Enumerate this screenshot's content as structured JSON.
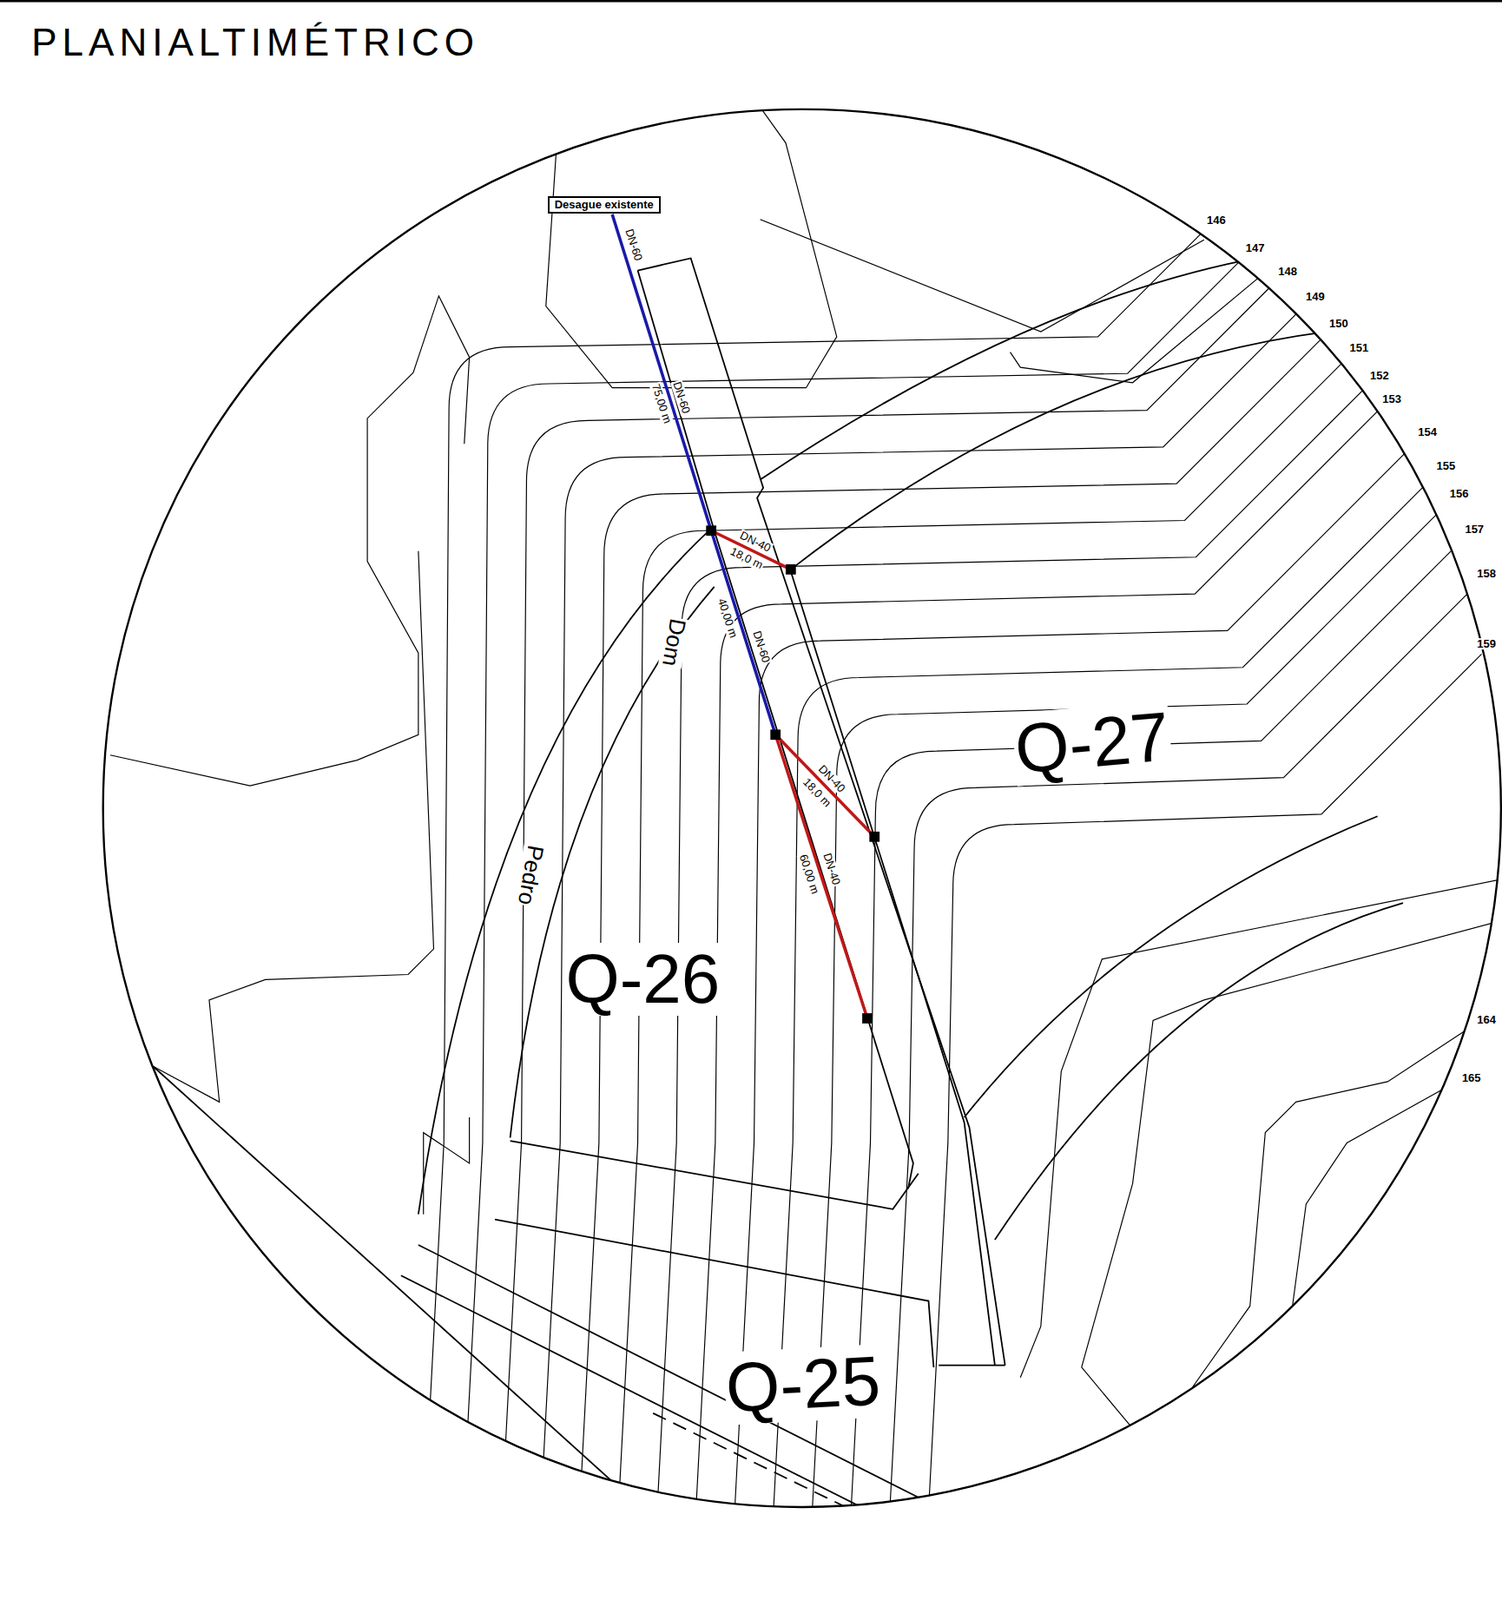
{
  "diagram": {
    "title": "PLANIALTIMÉTRICO",
    "nodes": [
      {
        "text": [
          "Desague existente"
        ]
      }
    ],
    "labels": [
      "DN-60",
      "75,00 m",
      "DN-60",
      "DN-40",
      "18,0 m",
      "40,00 m",
      "DN-60",
      "DN-40",
      "18,0 m",
      "60,00 m",
      "DN-40",
      "Dom",
      "Pedro",
      "Q-27",
      "Q-26",
      "Q-25",
      "146",
      "147",
      "148",
      "149",
      "150",
      "151",
      "152",
      "153",
      "154",
      "155",
      "156",
      "157",
      "158",
      "159",
      "164",
      "165"
    ]
  }
}
